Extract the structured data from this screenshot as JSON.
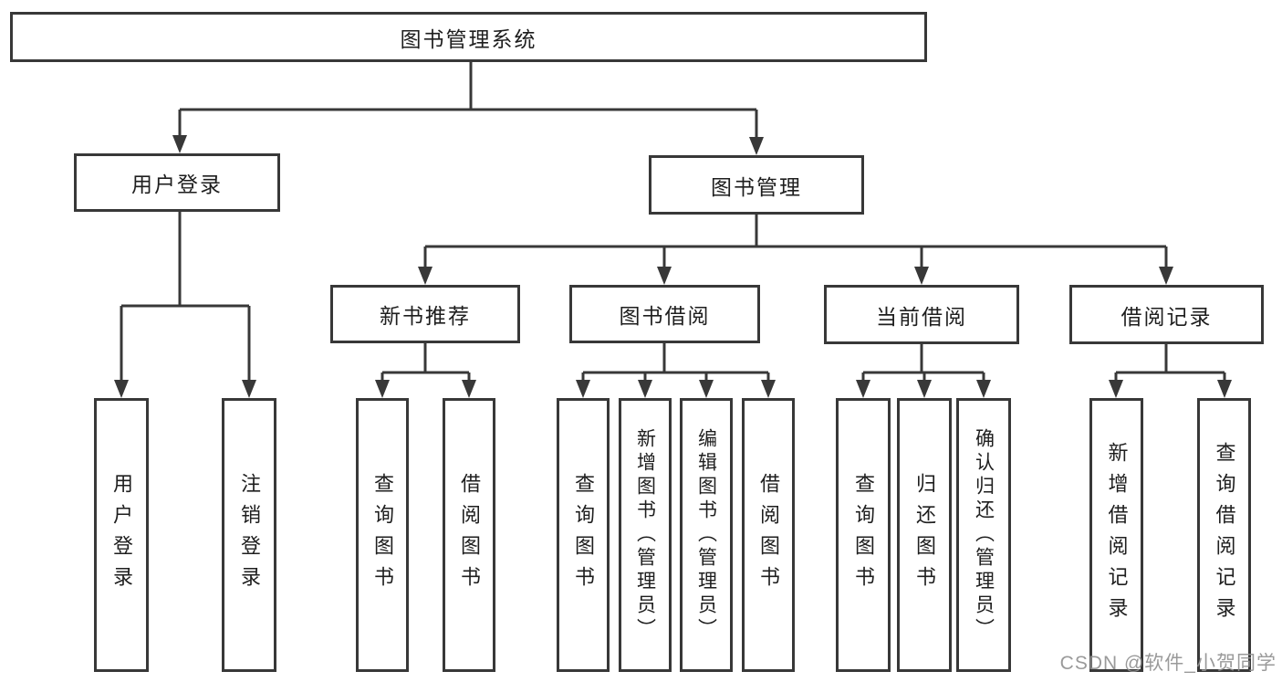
{
  "diagram_title": "图书管理系统",
  "tree": {
    "label": "图书管理系统",
    "children": [
      {
        "label": "用户登录",
        "children": [
          {
            "label": "用户登录"
          },
          {
            "label": "注销登录"
          }
        ]
      },
      {
        "label": "图书管理",
        "children": [
          {
            "label": "新书推荐",
            "children": [
              {
                "label": "查询图书"
              },
              {
                "label": "借阅图书"
              }
            ]
          },
          {
            "label": "图书借阅",
            "children": [
              {
                "label": "查询图书"
              },
              {
                "label": "新增图书（管理员）"
              },
              {
                "label": "编辑图书（管理员）"
              },
              {
                "label": "借阅图书"
              }
            ]
          },
          {
            "label": "当前借阅",
            "children": [
              {
                "label": "查询图书"
              },
              {
                "label": "归还图书"
              },
              {
                "label": "确认归还（管理员）"
              }
            ]
          },
          {
            "label": "借阅记录",
            "children": [
              {
                "label": "新增借阅记录"
              },
              {
                "label": "查询借阅记录"
              }
            ]
          }
        ]
      }
    ]
  },
  "watermark": {
    "text": "CSDN @软件_小贺同学"
  },
  "style": {
    "line_color": "#383838",
    "text_color": "#1e1e1e",
    "watermark_color": "#919191",
    "background": "#ffffff"
  }
}
